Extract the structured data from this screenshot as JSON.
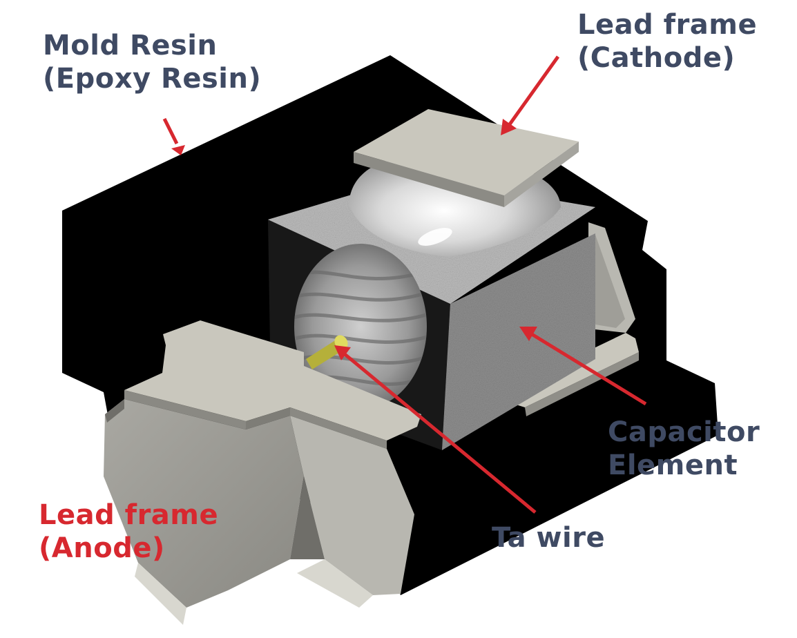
{
  "labels": {
    "mold_resin": [
      "Mold Resin",
      "(Epoxy Resin)"
    ],
    "lead_frame_cathode": [
      "Lead frame",
      "(Cathode)"
    ],
    "capacitor_element": [
      "Capacitor",
      "Element"
    ],
    "ta_wire": [
      "Ta wire"
    ],
    "lead_frame_anode": [
      "Lead frame",
      "(Anode)"
    ]
  },
  "colors": {
    "label_text": "#3f4a63",
    "anode_label_text": "#d7282f",
    "arrow": "#d7282f",
    "mold_resin": "#000000",
    "lead_frame": "#c9c7bd",
    "capacitor_element": "#8d8d8d",
    "ta_wire": "#c9c43a"
  }
}
